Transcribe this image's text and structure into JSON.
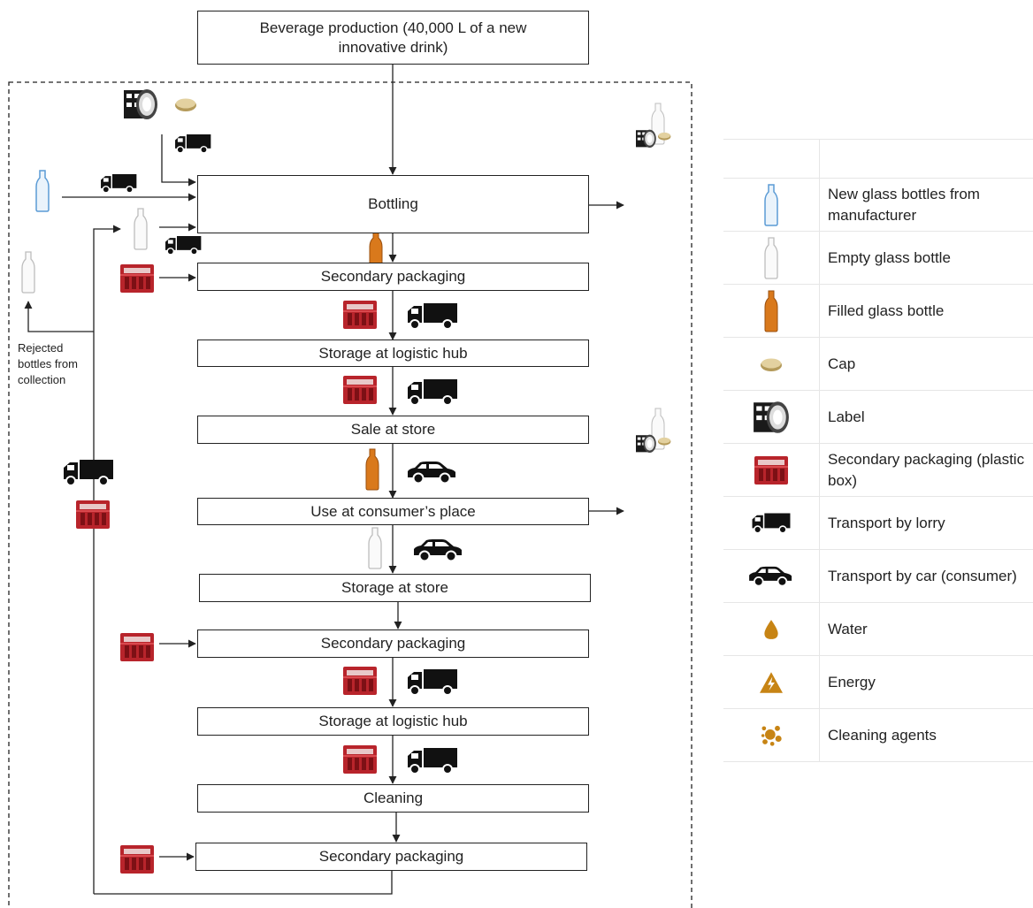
{
  "process_boxes": [
    {
      "id": "production",
      "label": "Beverage production (40,000 L of a new innovative drink)"
    },
    {
      "id": "bottling",
      "label": "Bottling"
    },
    {
      "id": "secondary1",
      "label": "Secondary packaging"
    },
    {
      "id": "hub1",
      "label": "Storage at logistic hub"
    },
    {
      "id": "sale",
      "label": "Sale at store"
    },
    {
      "id": "use",
      "label": "Use at consumer’s place"
    },
    {
      "id": "storestore",
      "label": "Storage at store"
    },
    {
      "id": "secondary2",
      "label": "Secondary packaging"
    },
    {
      "id": "hub2",
      "label": "Storage at logistic hub"
    },
    {
      "id": "cleaning",
      "label": "Cleaning"
    },
    {
      "id": "secondary3",
      "label": "Secondary packaging"
    }
  ],
  "notes": {
    "rejected": "Rejected bottles from collection"
  },
  "legend": {
    "items": [
      {
        "icon": "new-glass-bottle-icon",
        "label": "New glass bottles from manufacturer"
      },
      {
        "icon": "empty-glass-bottle-icon",
        "label": "Empty glass bottle"
      },
      {
        "icon": "filled-glass-bottle-icon",
        "label": "Filled glass bottle"
      },
      {
        "icon": "cap-icon",
        "label": "Cap"
      },
      {
        "icon": "label-roll-icon",
        "label": "Label"
      },
      {
        "icon": "plastic-box-icon",
        "label": "Secondary packaging (plastic box)"
      },
      {
        "icon": "lorry-icon",
        "label": "Transport by lorry"
      },
      {
        "icon": "car-icon",
        "label": "Transport by car (consumer)"
      },
      {
        "icon": "water-drop-icon",
        "label": "Water"
      },
      {
        "icon": "energy-icon",
        "label": "Energy"
      },
      {
        "icon": "cleaning-agents-icon",
        "label": "Cleaning agents"
      }
    ]
  },
  "colors": {
    "line": "#222222",
    "crate_red": "#b8242b",
    "amber": "#c78414",
    "bottle_blue": "#5b9bd5",
    "bottle_amber": "#d9791c"
  }
}
